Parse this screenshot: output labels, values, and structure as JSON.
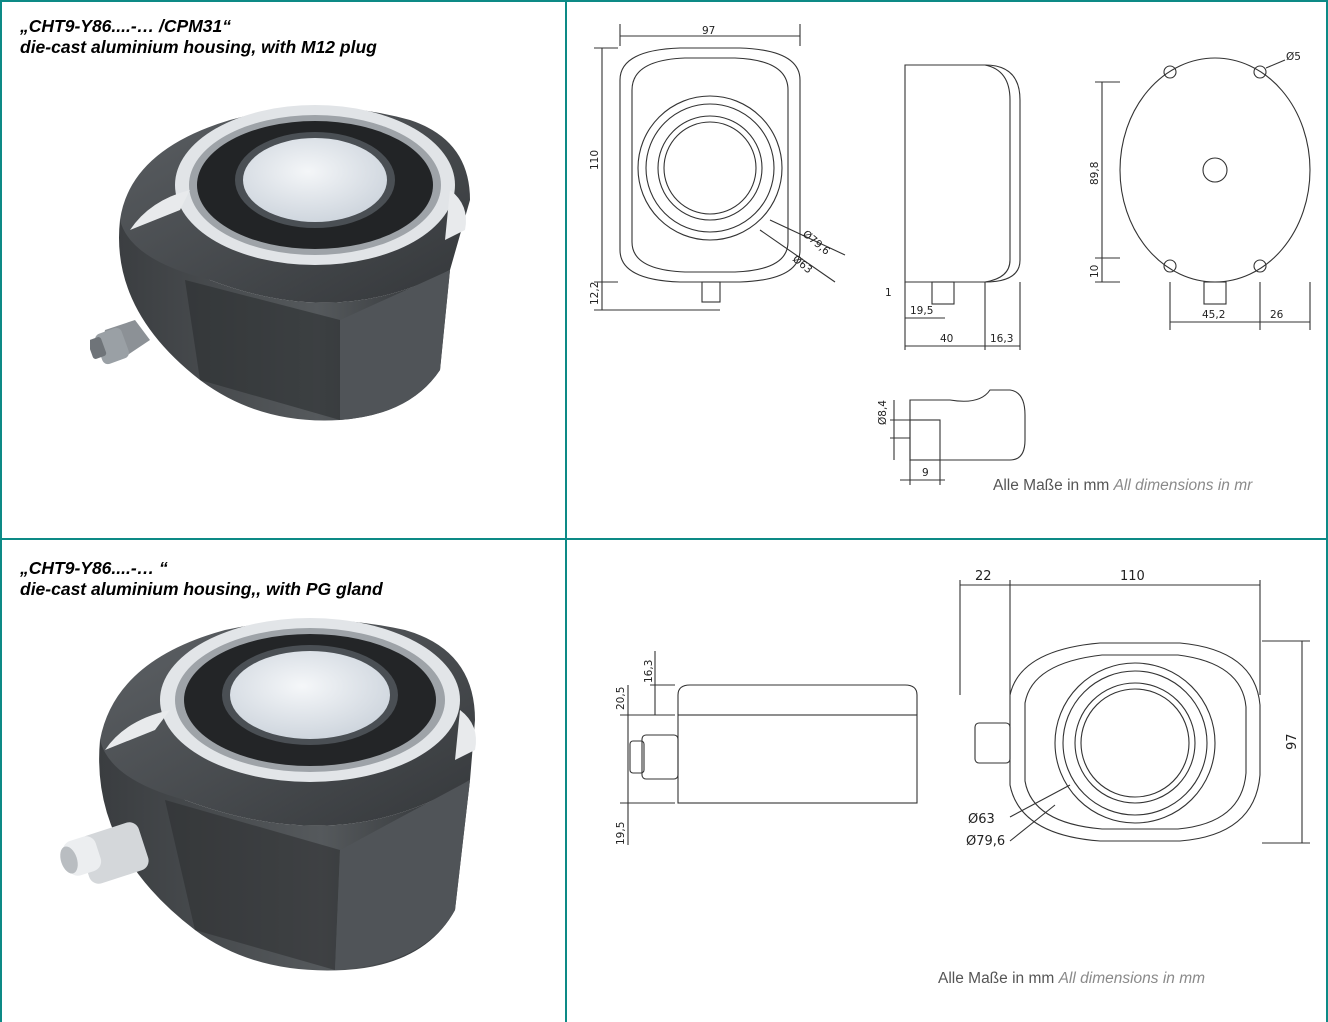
{
  "rows": [
    {
      "title_line1": "„CHT9-Y86....-… /CPM31“",
      "title_line2": "die-cast aluminium housing, with M12 plug",
      "photo_icon": "housing-m12-plug-image",
      "note_de": "Alle Maße in mm",
      "note_en": "All dimensions in mr",
      "dims": {
        "width": "97",
        "height": "110",
        "plug": "12,2",
        "dia_outer": "Ø79,6",
        "dia_inner": "Ø63",
        "side_gap": "1",
        "side_plug": "19,5",
        "side_depth": "40",
        "side_cap": "16,3",
        "back_hole": "Ø5",
        "back_height": "89,8",
        "back_bottom": "10",
        "back_span": "45,2",
        "back_edge": "26",
        "detail_dia": "Ø8,4",
        "detail_len": "9"
      }
    },
    {
      "title_line1": "„CHT9-Y86....-… “",
      "title_line2": "die-cast aluminium housing,, with PG gland",
      "photo_icon": "housing-pg-gland-image",
      "note_de": "Alle Maße in mm",
      "note_en": "All dimensions in mm",
      "dims": {
        "h_top": "16,3",
        "h_total": "20,5",
        "h_bottom": "19,5",
        "gland": "22",
        "length": "110",
        "width": "97",
        "dia_inner": "Ø63",
        "dia_outer": "Ø79,6"
      }
    }
  ],
  "colors": {
    "grid": "#0d8a86",
    "housing_dark": "#4a4d50",
    "housing_ring": "#d9dcdf"
  }
}
